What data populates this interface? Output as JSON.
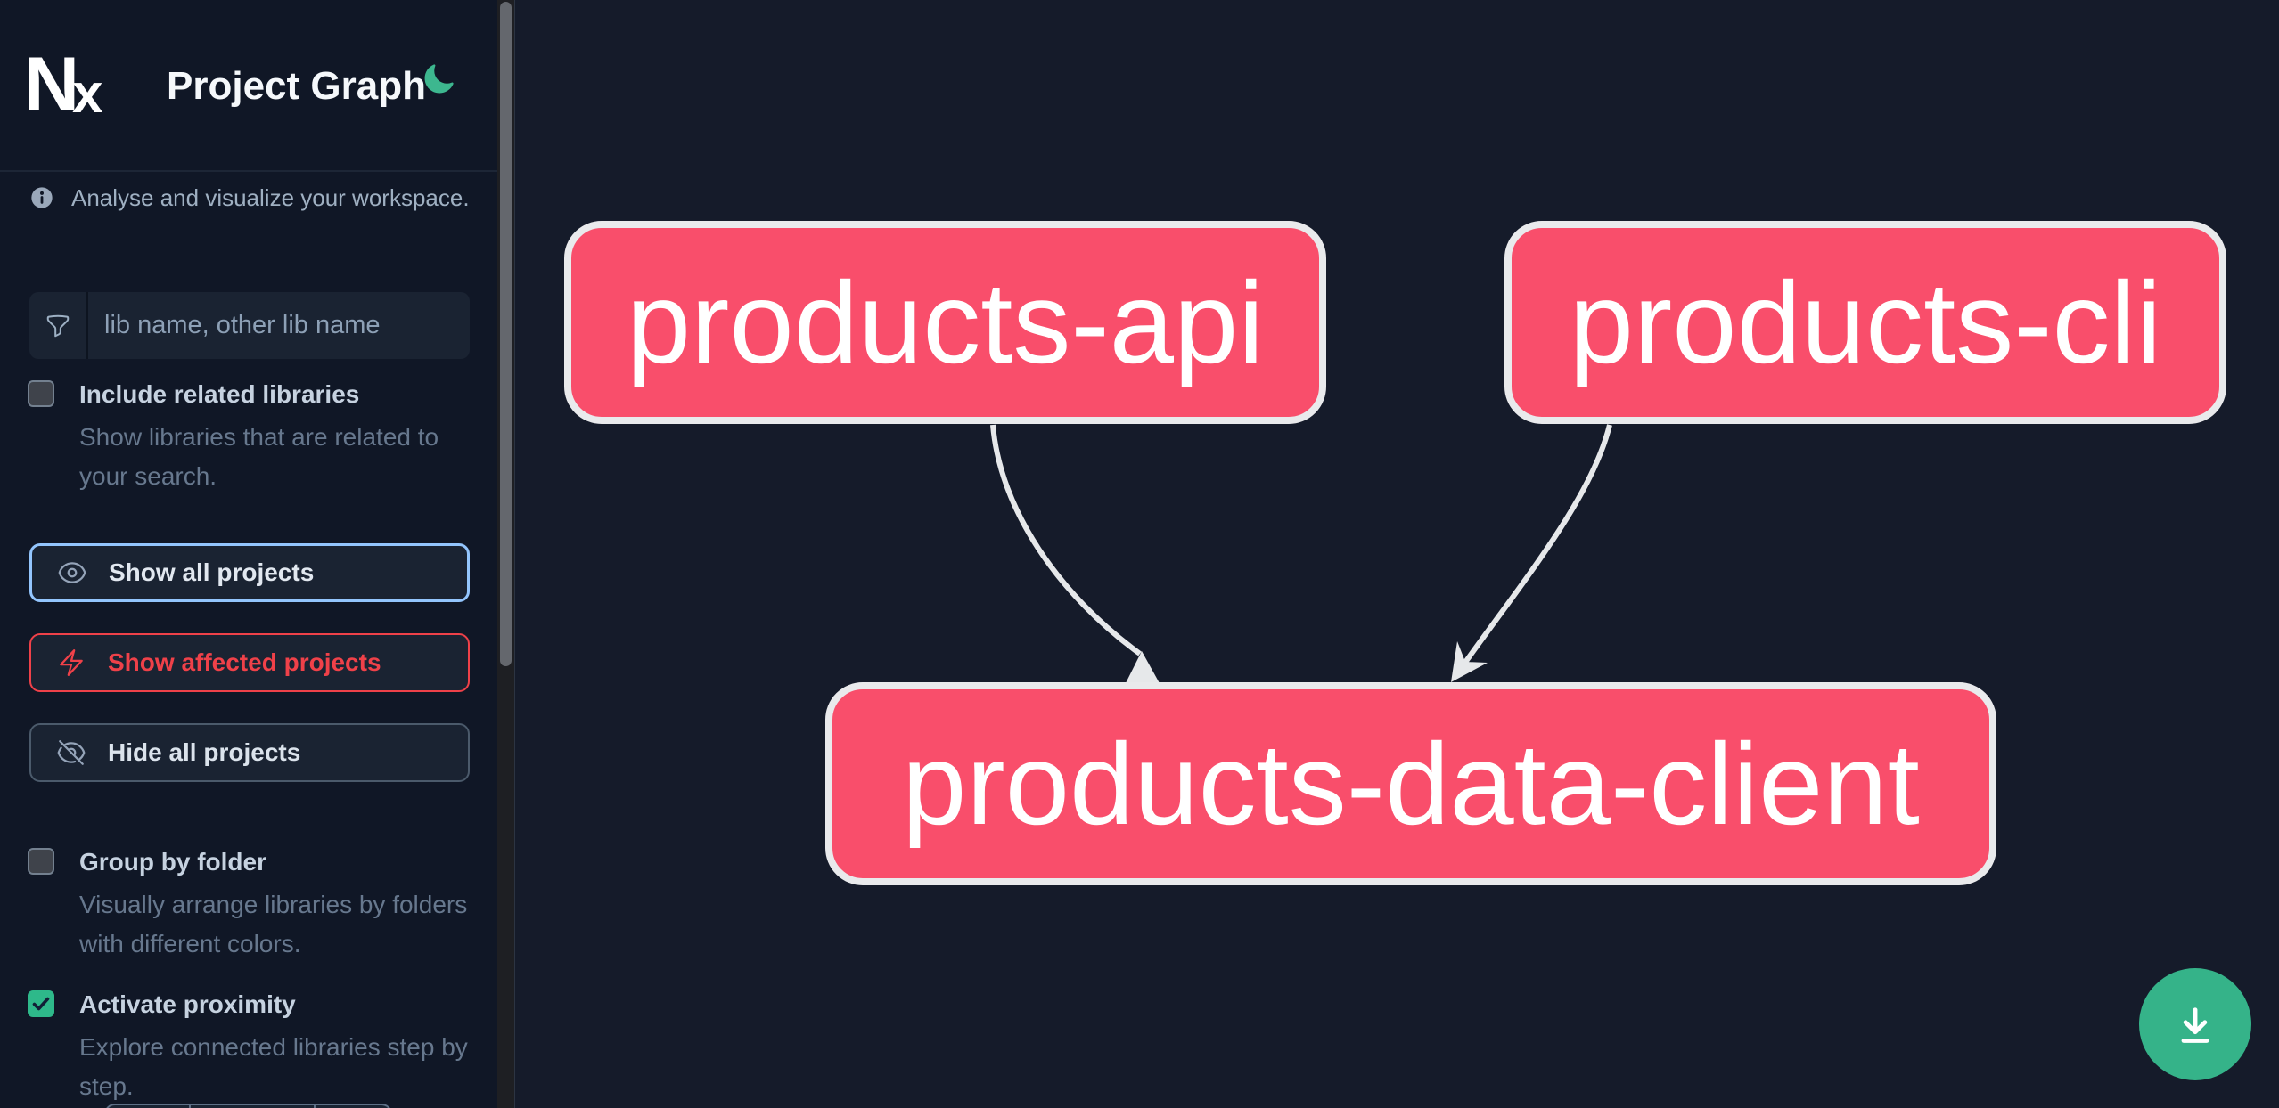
{
  "header": {
    "logo_text": "Nx",
    "title": "Project Graph",
    "theme_toggle_icon": "moon-icon"
  },
  "sidebar": {
    "tagline": "Analyse and visualize your workspace.",
    "search": {
      "icon": "funnel-icon",
      "placeholder": "lib name, other lib name",
      "value": ""
    },
    "checkboxes": [
      {
        "label": "Include related libraries",
        "description": "Show libraries that are related to your search.",
        "checked": false
      },
      {
        "label": "Group by folder",
        "description": "Visually arrange libraries by folders with different colors.",
        "checked": false
      },
      {
        "label": "Activate proximity",
        "description": "Explore connected libraries step by step.",
        "checked": true
      }
    ],
    "buttons": [
      {
        "label": "Show all projects",
        "icon": "eye-icon",
        "state": "focused"
      },
      {
        "label": "Show affected projects",
        "icon": "bolt-icon",
        "state": "danger"
      },
      {
        "label": "Hide all projects",
        "icon": "eye-slash-icon",
        "state": "default"
      }
    ]
  },
  "graph": {
    "nodes": [
      {
        "id": "products-api",
        "label": "products-api"
      },
      {
        "id": "products-cli",
        "label": "products-cli"
      },
      {
        "id": "products-data-client",
        "label": "products-data-client"
      }
    ],
    "edges": [
      {
        "source": "products-api",
        "target": "products-data-client"
      },
      {
        "source": "products-cli",
        "target": "products-data-client"
      }
    ]
  },
  "fab": {
    "icon": "download-icon"
  },
  "colors": {
    "node_fill": "#f94e6b",
    "node_border": "#e9eaec",
    "edge": "#e6e8ea",
    "accent_green": "#35b389",
    "checkbox_green": "#2eb98a",
    "focus_blue": "#93c5fd",
    "danger_red": "#ef4149",
    "sidebar_bg": "#101726",
    "canvas_bg": "#151b2a"
  }
}
